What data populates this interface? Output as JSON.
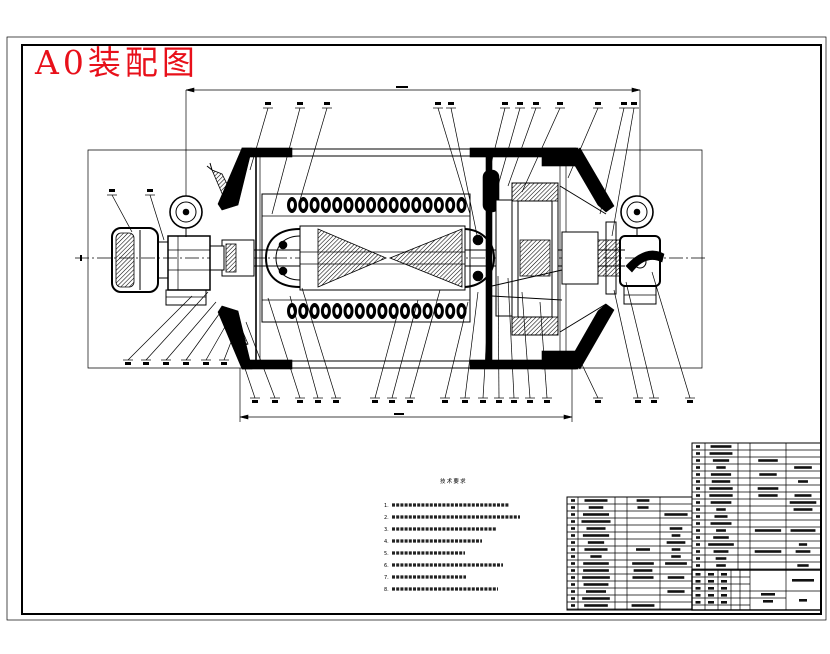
{
  "title": {
    "text": "A0装配图"
  },
  "technical_requirements": {
    "heading": "技术要求",
    "items": [
      {
        "number": "1."
      },
      {
        "number": "2."
      },
      {
        "number": "3."
      },
      {
        "number": "4."
      },
      {
        "number": "5."
      },
      {
        "number": "6."
      },
      {
        "number": "7."
      },
      {
        "number": "8."
      }
    ]
  },
  "colors": {
    "title": "#e8101a",
    "line": "#000000",
    "background": "#ffffff"
  }
}
